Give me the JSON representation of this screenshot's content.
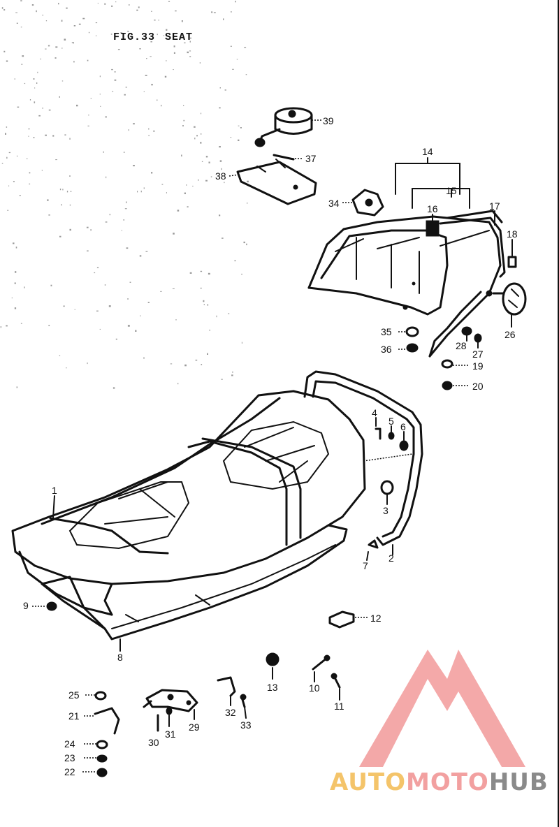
{
  "figure": {
    "number": "FIG.33",
    "name": "SEAT"
  },
  "part_numbers": [
    "1",
    "2",
    "3",
    "4",
    "5",
    "6",
    "7",
    "8",
    "9",
    "10",
    "11",
    "12",
    "13",
    "14",
    "15",
    "16",
    "17",
    "18",
    "19",
    "20",
    "21",
    "22",
    "23",
    "24",
    "25",
    "26",
    "27",
    "28",
    "29",
    "30",
    "31",
    "32",
    "33",
    "34",
    "35",
    "36",
    "37",
    "38",
    "39"
  ],
  "watermark": {
    "part1": "AUTO",
    "part2": "MOTO",
    "part3": "HUB",
    "colors": {
      "part1": "#f4c46a",
      "part2": "#f2a0a0",
      "part3": "#8a8a8a",
      "emblem": "#f29a9a"
    }
  }
}
